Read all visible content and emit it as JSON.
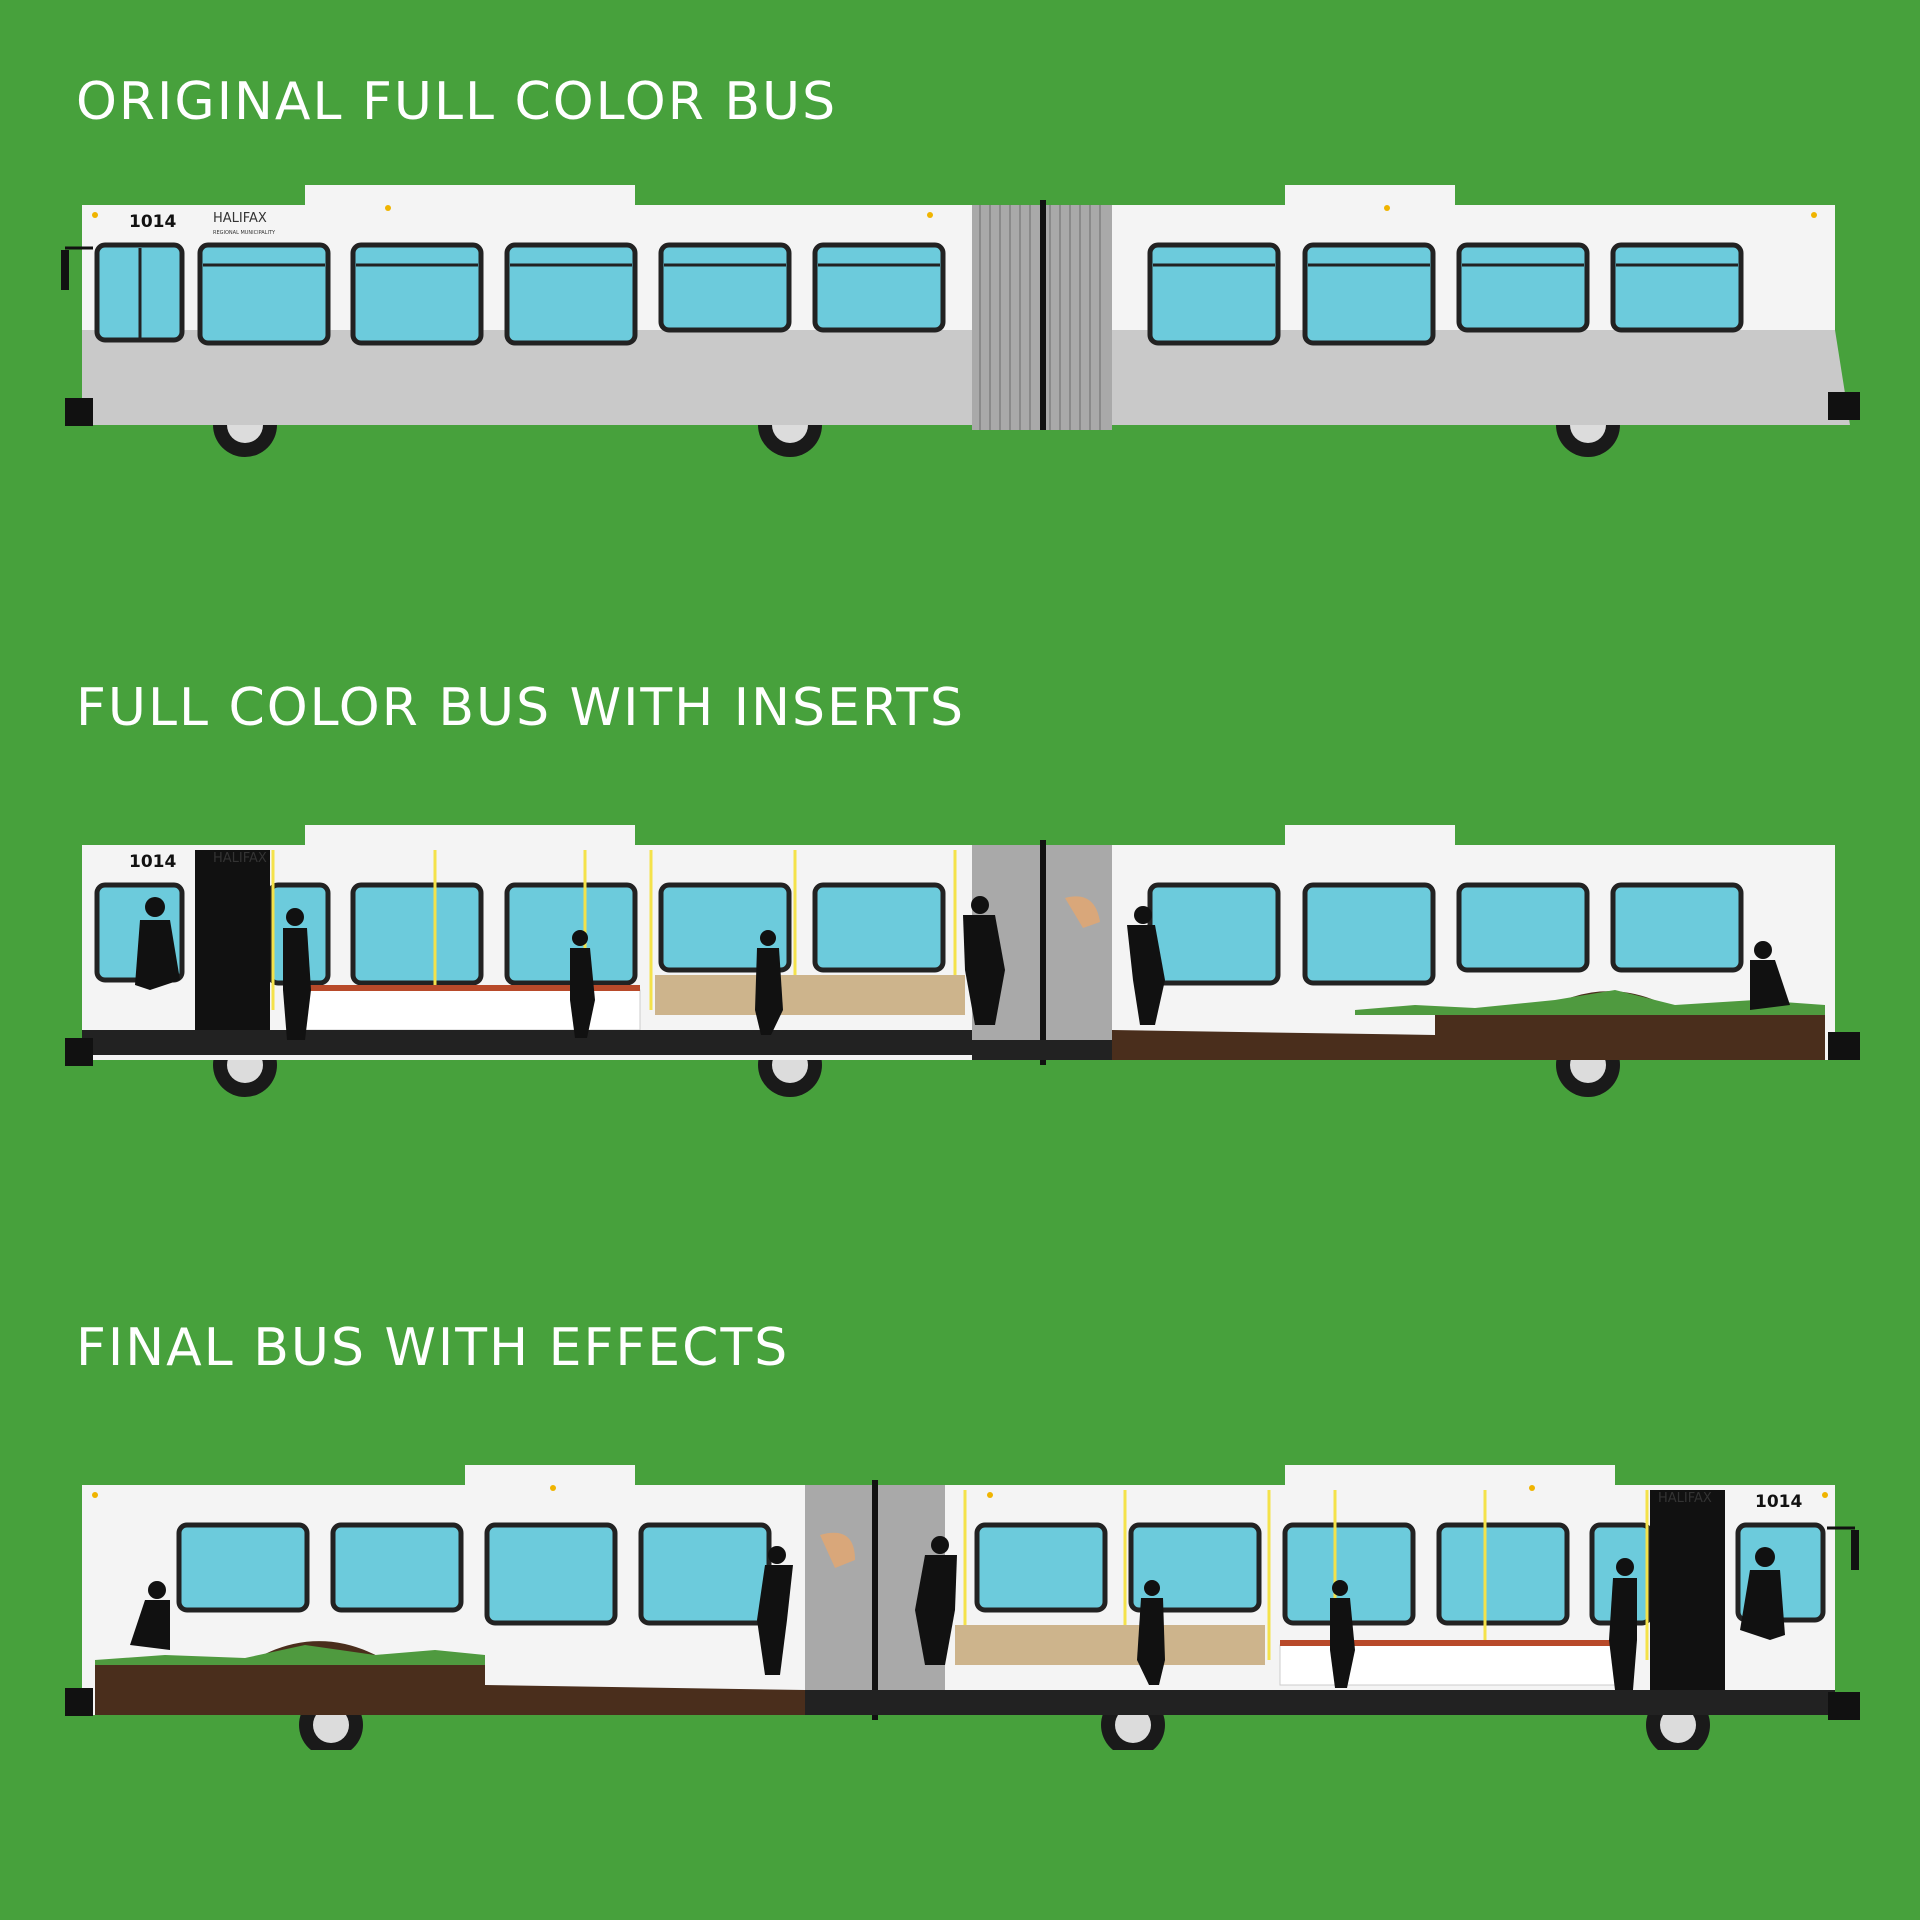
{
  "headings": {
    "original": "ORIGINAL FULL COLOR BUS",
    "inserts": "FULL COLOR BUS WITH INSERTS",
    "final": "FINAL BUS WITH EFFECTS"
  },
  "bus": {
    "fleet_number": "1014",
    "logo_text": "HALIFAX",
    "logo_subtext": "REGIONAL MUNICIPALITY"
  },
  "colors": {
    "background": "#47a13c",
    "window_glass": "#6ccbdc",
    "body_upper": "#f2f2f2",
    "body_lower": "#c8c8c8",
    "accordion": "#a8a8a8",
    "soil": "#4a2e1c",
    "plants": "#4f9a3f",
    "seats": "#cdb48c",
    "pole": "#f4e24a"
  },
  "icons": {
    "silhouette": "person-silhouette-icon",
    "wheel": "wheel-icon",
    "mirror": "side-mirror-icon"
  }
}
